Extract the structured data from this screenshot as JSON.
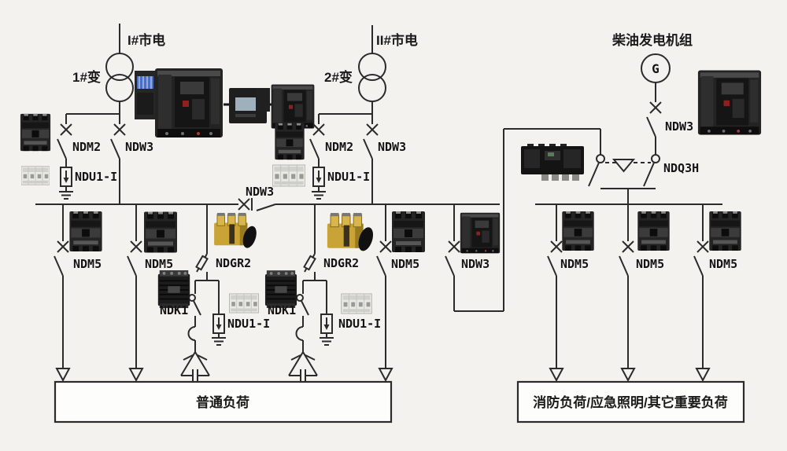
{
  "diagram_type": "low-voltage power distribution single-line diagram",
  "colors": {
    "background": "#f3f2ef",
    "line": "#2b2b2b",
    "fuse_switch_yellow": "#c9a335",
    "terminal_blue": "#4a6fc4",
    "breaker_body_dark": "#232323"
  },
  "sources": {
    "utility1_label": "I#市电",
    "transformer1_label": "1#变",
    "utility2_label": "II#市电",
    "transformer2_label": "2#变",
    "generator_label": "柴油发电机组",
    "generator_symbol": "G"
  },
  "device_labels": {
    "ndm2": "NDM2",
    "ndw3": "NDW3",
    "ndu1_i": "NDU1-I",
    "ndm5": "NDM5",
    "ndgr2": "NDGR2",
    "ndk1": "NDK1",
    "ndq3h": "NDQ3H"
  },
  "loads": {
    "normal": "普通负荷",
    "critical": "消防负荷/应急照明/其它重要负荷"
  }
}
